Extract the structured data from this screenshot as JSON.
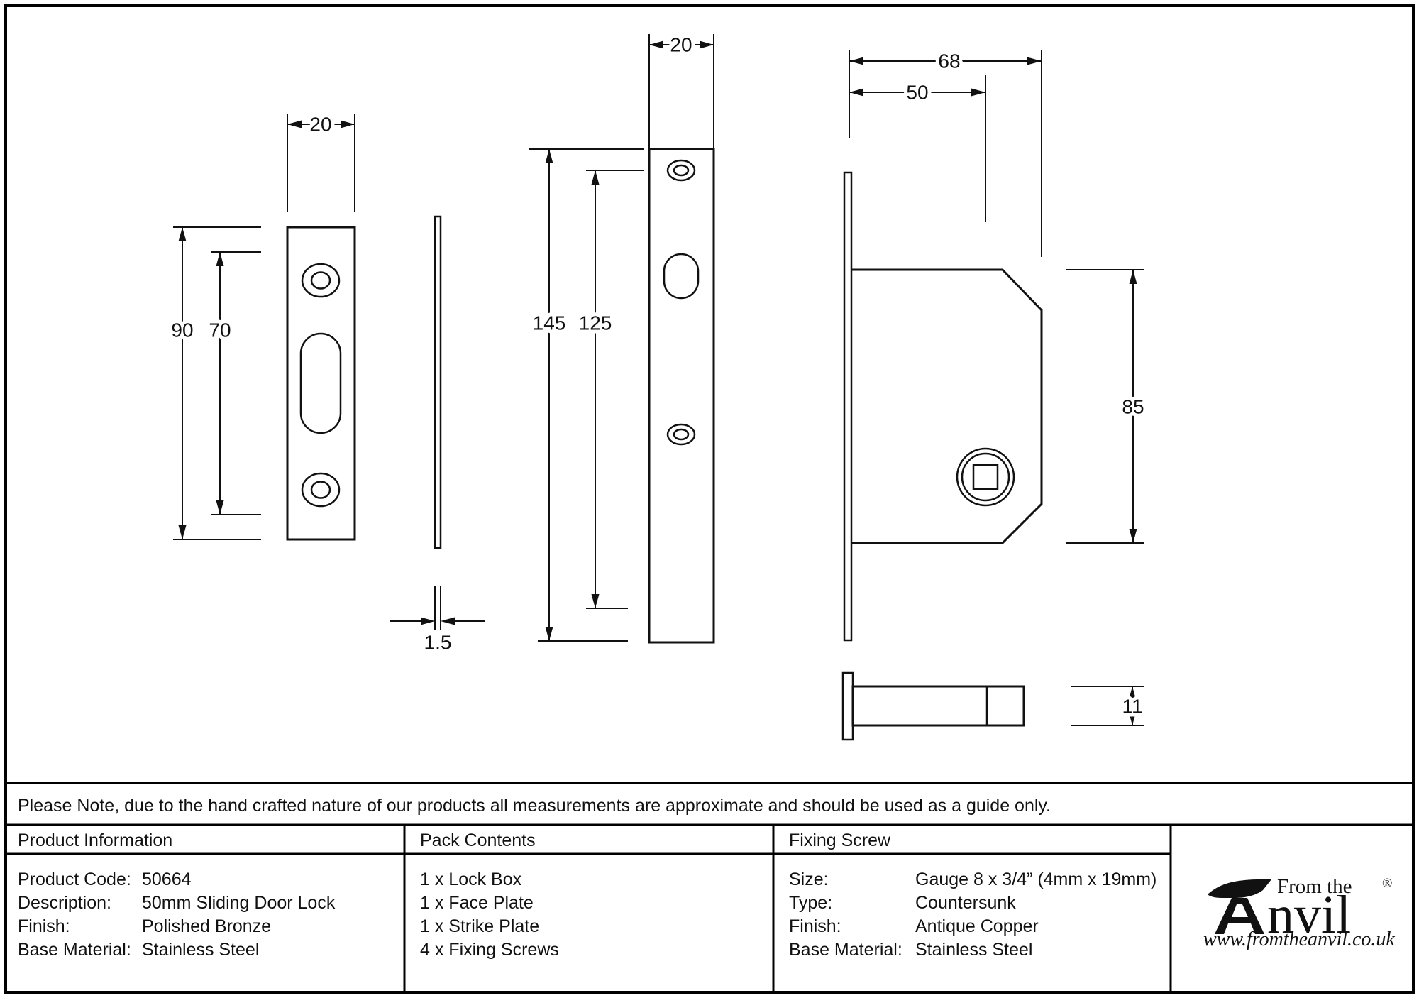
{
  "note": {
    "text": "Please Note, due to the hand crafted nature of our products all measurements are approximate and should be used as a guide only."
  },
  "dimensions": {
    "strike_plate_width": "20",
    "strike_plate_height": "90",
    "strike_plate_fixing_centres": "70",
    "strike_plate_thickness": "1.5",
    "face_plate_width": "20",
    "face_plate_height": "145",
    "face_plate_fixing_centres": "125",
    "lock_case_width": "68",
    "lock_backset": "50",
    "lock_case_height": "85",
    "lock_case_depth": "11"
  },
  "table": {
    "product_information": {
      "header": "Product Information",
      "rows": [
        {
          "label": "Product Code:",
          "value": "50664"
        },
        {
          "label": "Description:",
          "value": "50mm Sliding Door Lock"
        },
        {
          "label": "Finish:",
          "value": "Polished Bronze"
        },
        {
          "label": "Base Material:",
          "value": "Stainless Steel"
        }
      ]
    },
    "pack_contents": {
      "header": "Pack Contents",
      "items": [
        "1 x Lock Box",
        "1 x Face Plate",
        "1 x Strike Plate",
        "4 x Fixing Screws"
      ]
    },
    "fixing_screw": {
      "header": "Fixing Screw",
      "rows": [
        {
          "label": "Size:",
          "value": "Gauge 8 x 3/4” (4mm x 19mm)"
        },
        {
          "label": "Type:",
          "value": "Countersunk"
        },
        {
          "label": "Finish:",
          "value": "Antique Copper"
        },
        {
          "label": "Base Material:",
          "value": "Stainless Steel"
        }
      ]
    }
  },
  "logo": {
    "prefix": "From the",
    "wordmark": "nvil",
    "registered": "®",
    "website": "www.fromtheanvil.co.uk"
  }
}
